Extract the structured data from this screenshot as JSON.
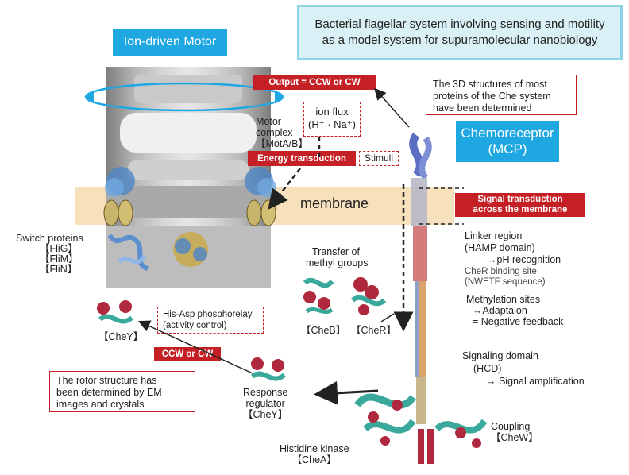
{
  "title": {
    "line1": "Bacterial flagellar system involving sensing and motility",
    "line2": "as a model system for supuramolecular nanobiology"
  },
  "ion_motor_label": "Ion-driven Motor",
  "chemoreceptor_label": {
    "line1": "Chemoreceptor",
    "line2": "(MCP)"
  },
  "output_label": "Output = CCW or CW",
  "structures_note": {
    "line1": "The 3D structures of most",
    "line2": "proteins of the Che system",
    "line3": "have been determined"
  },
  "ion_flux": {
    "line1": "ion flux",
    "line2": "(H⁺ · Na⁺)"
  },
  "motor_complex": {
    "line1": "Motor",
    "line2": "complex",
    "line3": "【MotA/B】"
  },
  "energy_transduction": "Energy transduction",
  "stimuli": "Stimuli",
  "membrane_label": "membrane",
  "signal_transduction": {
    "line1": "Signal transduction",
    "line2": "across the membrane"
  },
  "switch_proteins": {
    "line1": "Switch proteins",
    "l2": "【FliG】",
    "l3": "【FliM】",
    "l4": "【FliN】"
  },
  "linker_region": {
    "line1": "Linker region",
    "line2": "(HAMP domain)",
    "line3": "→pH recognition"
  },
  "cher_binding": {
    "line1": "CheR binding site",
    "line2": "(NWETF sequence)"
  },
  "methylation": {
    "line1": "Methylation sites",
    "line2": "→Adaptaion",
    "line3": "= Negative feedback"
  },
  "transfer_methyl": {
    "line1": "Transfer of",
    "line2": "methyl groups"
  },
  "cheb": "【CheB】",
  "cher": "【CheR】",
  "phosphorelay": {
    "line1": "His-Asp phosphorelay",
    "line2": "(activity control)"
  },
  "chey_top": "【CheY】",
  "ccw_cw": "CCW or CW",
  "rotor_note": {
    "line1": "The rotor structure has",
    "line2": "been determined by EM",
    "line3": "images and crystals"
  },
  "response_regulator": {
    "line1": "Response",
    "line2": "regulator",
    "line3": "【CheY】"
  },
  "signaling_domain": {
    "line1": "Signaling domain",
    "line2": "(HCD)",
    "line3": "→ Signal amplification"
  },
  "coupling": {
    "line1": "Coupling",
    "line2": "【CheW】"
  },
  "histidine_kinase": {
    "line1": "Histidine kinase",
    "line2": "【CheA】"
  },
  "colors": {
    "red": "#c52026",
    "blue": "#1fa7e2",
    "membrane": "#f7e1bd",
    "teal": "#3aa89a",
    "crimson": "#b0283d"
  }
}
